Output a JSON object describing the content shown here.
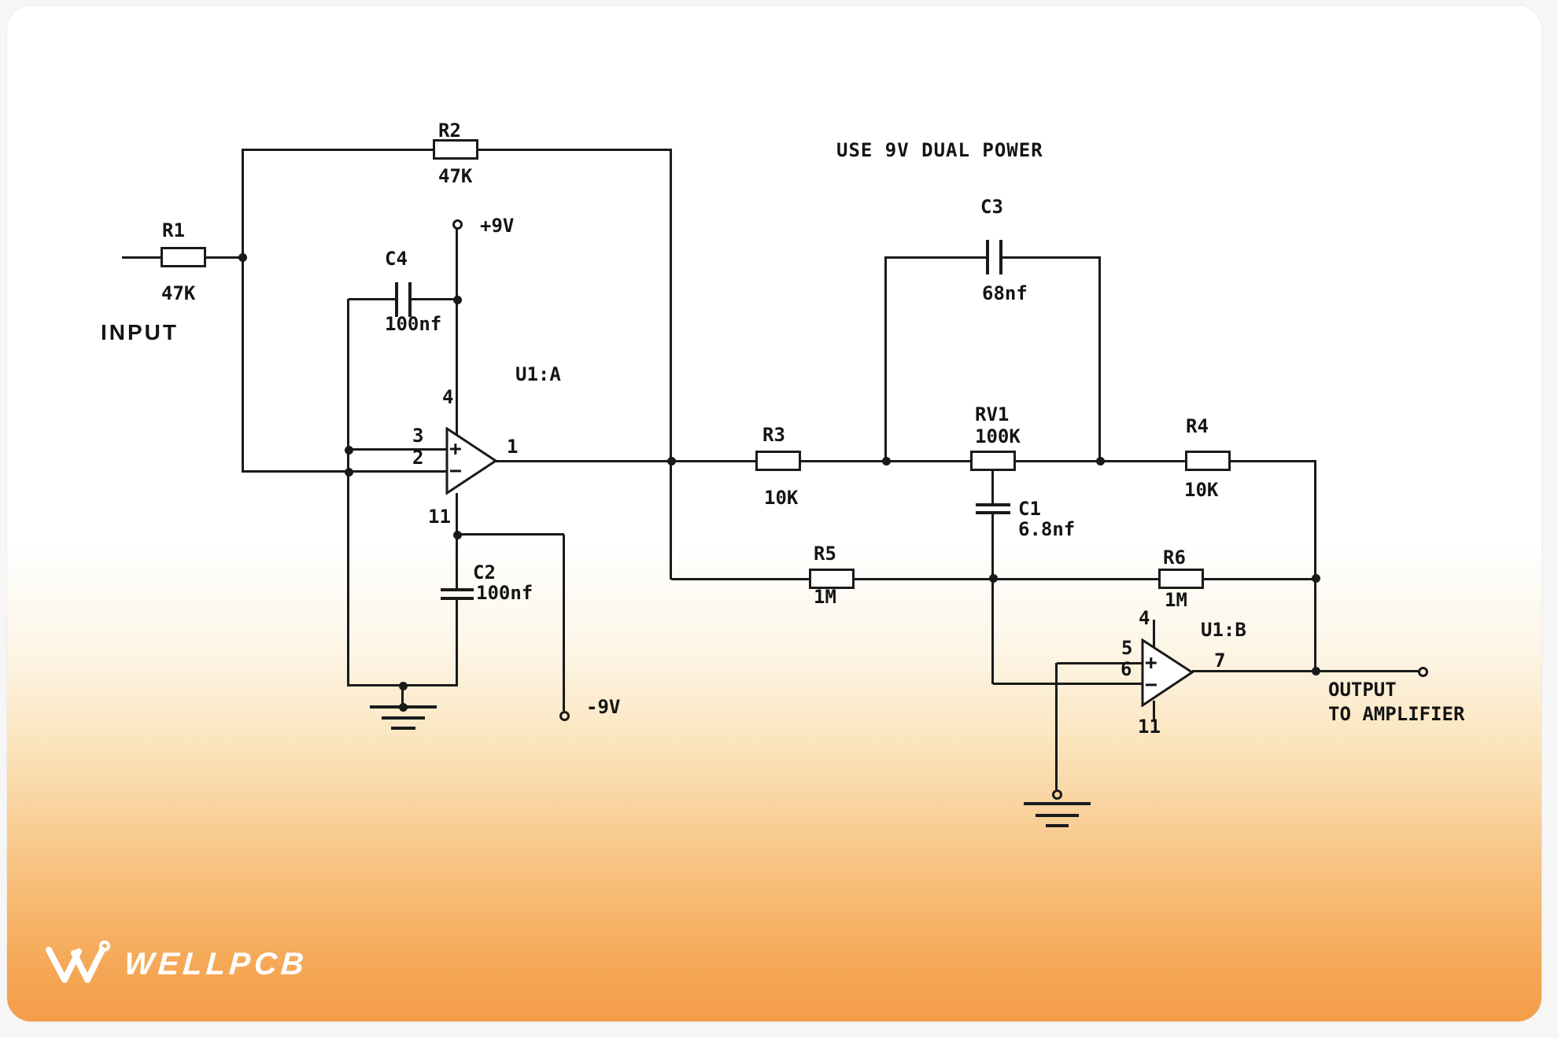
{
  "note": "USE 9V DUAL POWER",
  "input": {
    "label": "INPUT"
  },
  "output": {
    "line1": "OUTPUT",
    "line2": "TO AMPLIFIER"
  },
  "power": {
    "positive": "+9V",
    "negative": "-9V"
  },
  "components": {
    "R1": {
      "ref": "R1",
      "value": "47K"
    },
    "R2": {
      "ref": "R2",
      "value": "47K"
    },
    "R3": {
      "ref": "R3",
      "value": "10K"
    },
    "R4": {
      "ref": "R4",
      "value": "10K"
    },
    "R5": {
      "ref": "R5",
      "value": "1M"
    },
    "R6": {
      "ref": "R6",
      "value": "1M"
    },
    "RV1": {
      "ref": "RV1",
      "value": "100K"
    },
    "C1": {
      "ref": "C1",
      "value": "6.8nf"
    },
    "C2": {
      "ref": "C2",
      "value": "100nf"
    },
    "C3": {
      "ref": "C3",
      "value": "68nf"
    },
    "C4": {
      "ref": "C4",
      "value": "100nf"
    }
  },
  "opamp_a": {
    "ref": "U1:A",
    "pin_vplus": "4",
    "pin_noninv": "3",
    "pin_inv": "2",
    "pin_out": "1",
    "pin_vminus": "11",
    "plus": "+",
    "minus": "−"
  },
  "opamp_b": {
    "ref": "U1:B",
    "pin_vplus": "4",
    "pin_noninv": "5",
    "pin_inv": "6",
    "pin_out": "7",
    "pin_vminus": "11",
    "plus": "+",
    "minus": "−"
  },
  "logo": {
    "text": "WELLPCB"
  },
  "colors": {
    "line": "#1a1a1a",
    "card_orange": "#f49d49",
    "background": "#f6f6f6",
    "logo_text": "#ffffff"
  }
}
